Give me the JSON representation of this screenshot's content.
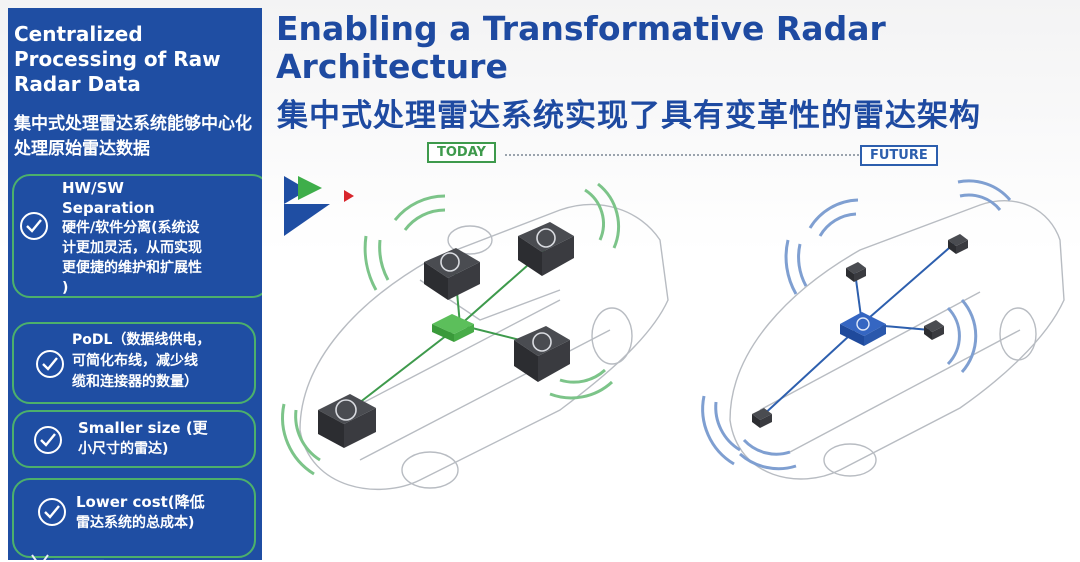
{
  "sidebar": {
    "title": "Centralized Processing of Raw Radar Data",
    "subtitle": "集中式处理雷达系统能够中心化处理原始雷达数据",
    "items": [
      {
        "line1": "HW/SW",
        "line2": "Separation",
        "line3": "硬件/软件分离(系统设",
        "line4": "计更加灵活，从而实现",
        "line5": "更便捷的维护和扩展性",
        "line6": ")"
      },
      {
        "line1": "PoDL（数据线供电，",
        "line2": "可简化布线，减少线",
        "line3": "缆和连接器的数量）"
      },
      {
        "line1": "Smaller size (更",
        "line2": "小尺寸的雷达)"
      },
      {
        "line1": "Lower cost(降低",
        "line2": "雷达系统的总成本)"
      }
    ],
    "check_icon": "check-circle-icon"
  },
  "main": {
    "title": "Enabling a Transformative Radar Architecture",
    "title_cn": "集中式处理雷达系统实现了具有变革性的雷达架构",
    "today_label": "TODAY",
    "future_label": "FUTURE"
  },
  "colors": {
    "sidebar_bg": "#1f4ea3",
    "title": "#1e4aa1",
    "today_green": "#3e9a4c",
    "future_blue": "#2d5fae",
    "pill_border": "#4cb06b"
  }
}
